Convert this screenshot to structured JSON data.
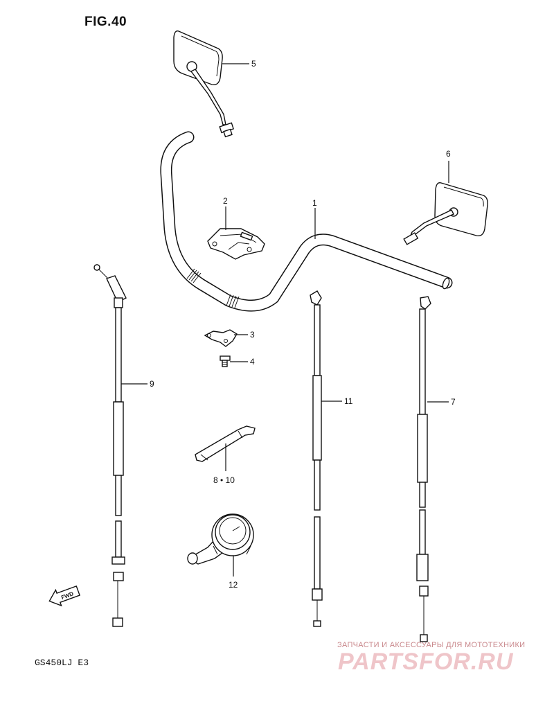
{
  "figure_title": "FIG.40",
  "model_code": "GS450LJ  E3",
  "fwd_label": "FWD",
  "watermark": {
    "tagline": "ЗАПЧАСТИ И АКСЕССУАРЫ ДЛЯ МОТОТЕХНИКИ",
    "brand": "PARTSFOR.RU"
  },
  "callouts": {
    "c1": "1",
    "c2": "2",
    "c3": "3",
    "c4": "4",
    "c5": "5",
    "c6": "6",
    "c7": "7",
    "c8_10": "8 • 10",
    "c9": "9",
    "c11": "11",
    "c12": "12"
  },
  "colors": {
    "ink": "#111111",
    "watermark": "#e8a9ae"
  }
}
